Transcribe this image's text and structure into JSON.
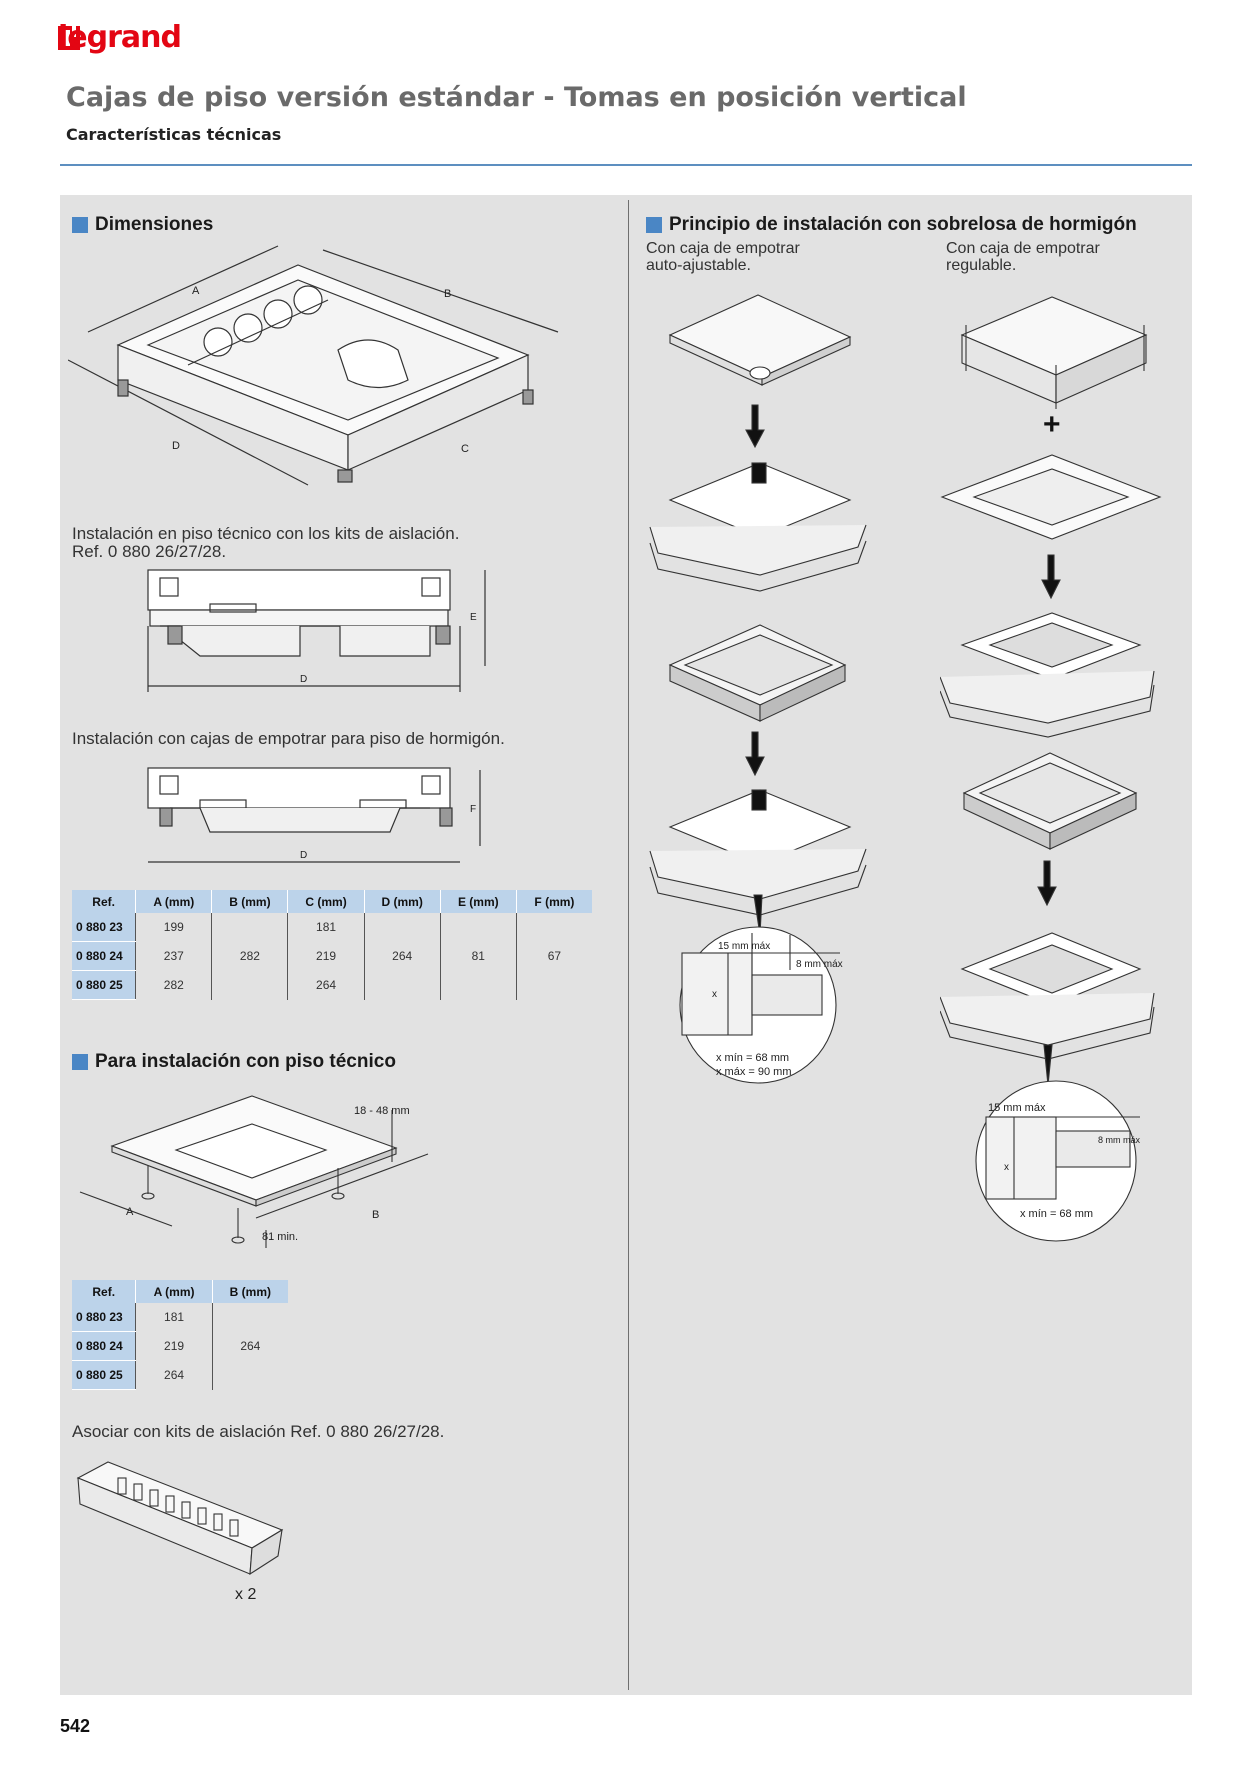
{
  "brand": "legrand",
  "header": {
    "title": "Cajas de piso versión estándar - Tomas en posición vertical",
    "subtitle": "Características técnicas"
  },
  "left": {
    "dimensiones_title": "Dimensiones",
    "iso_labels": [
      "A",
      "B",
      "C",
      "D"
    ],
    "install_piso_tecnico_1": "Instalación en piso técnico con los kits de aislación.",
    "install_piso_tecnico_2": "Ref. 0 880 26/27/28.",
    "side1_labels": [
      "E",
      "D"
    ],
    "install_hormigon": "Instalación con cajas de empotrar para piso de hormigón.",
    "side2_labels": [
      "F",
      "D"
    ],
    "table1": {
      "headers": [
        "Ref.",
        "A (mm)",
        "B (mm)",
        "C (mm)",
        "D (mm)",
        "E (mm)",
        "F (mm)"
      ],
      "refs": [
        "0 880 23",
        "0 880 24",
        "0 880 25"
      ],
      "a": [
        "199",
        "237",
        "282"
      ],
      "b": "282",
      "c": [
        "181",
        "219",
        "264"
      ],
      "d": "264",
      "e": "81",
      "f": "67"
    },
    "piso_tecnico_title": "Para instalación con piso técnico",
    "floor_labels": [
      "18 - 48 mm",
      "A",
      "B",
      "81 min."
    ],
    "table2": {
      "headers": [
        "Ref.",
        "A (mm)",
        "B (mm)"
      ],
      "refs": [
        "0 880 23",
        "0 880 24",
        "0 880 25"
      ],
      "a": [
        "181",
        "219",
        "264"
      ],
      "b": "264"
    },
    "asociar": "Asociar con kits de aislación Ref. 0 880 26/27/28.",
    "kit_qty": "x 2"
  },
  "right": {
    "title": "Principio de instalación con sobrelosa de hormigón",
    "col1_1": "Con caja de empotrar",
    "col1_2": "auto-ajustable.",
    "col2_1": "Con caja de empotrar",
    "col2_2": "regulable.",
    "plus": "+",
    "detail1": [
      "15 mm máx",
      "8 mm máx",
      "x",
      "x mín = 68 mm",
      "x máx = 90 mm"
    ],
    "detail2": [
      "15 mm máx",
      "8 mm máx",
      "x",
      "x mín = 68 mm"
    ]
  },
  "page_number": "542",
  "colors": {
    "brand_red": "#e30613",
    "accent_blue": "#4a86c5",
    "table_header": "#bcd3ea",
    "panel": "#e2e2e2"
  }
}
